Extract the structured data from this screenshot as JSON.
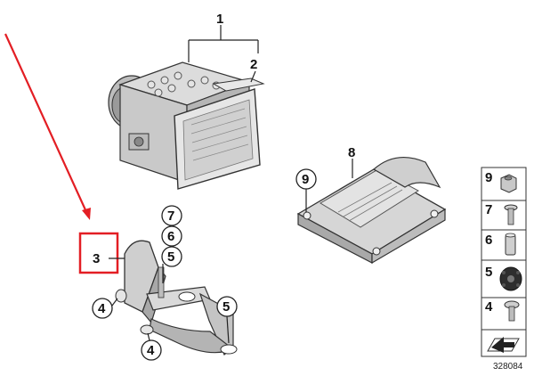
{
  "diagram": {
    "callouts": {
      "part1": "1",
      "part2": "2",
      "part3": "3",
      "part4_left": "4",
      "part4_bottom": "4",
      "part5_upper": "5",
      "part5_right": "5",
      "part6": "6",
      "part7": "7",
      "part8": "8",
      "part9": "9"
    },
    "legend": {
      "items": [
        "9",
        "7",
        "6",
        "5",
        "4"
      ]
    },
    "reference_number": "328084"
  },
  "colors": {
    "highlight": "#e31e24",
    "part_fill": "#d4d4d4",
    "part_shade": "#a8a8a8",
    "outline": "#333333"
  }
}
